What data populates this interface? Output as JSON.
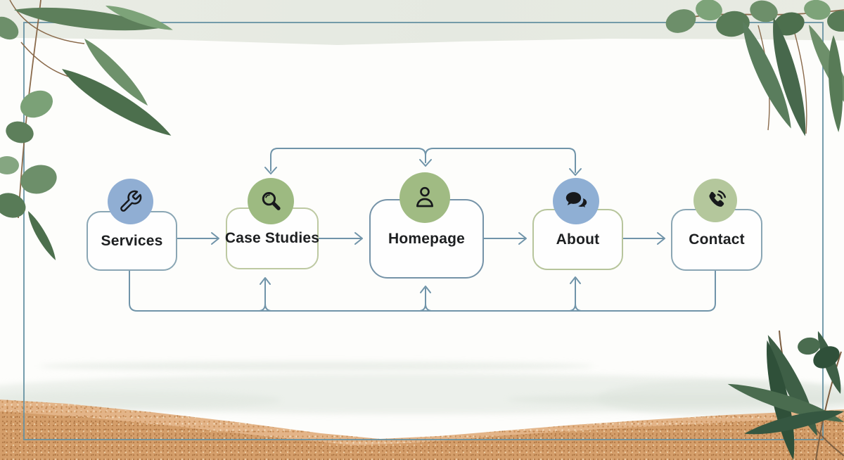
{
  "page": {
    "type": "website-navigation-flowchart",
    "background_theme": "watercolor wash with eucalyptus leaves and sand texture"
  },
  "nodes": [
    {
      "label": "Services",
      "icon": "wrench-icon",
      "circle_color": "#90aed3",
      "border_color": "#8aa6b4"
    },
    {
      "label": "Case Studies",
      "icon": "magnifier-icon",
      "circle_color": "#9dba81",
      "border_color": "#bdc9a2"
    },
    {
      "label": "Homepage",
      "icon": "person-icon",
      "circle_color": "#a0bb83",
      "border_color": "#7593a8"
    },
    {
      "label": "About",
      "icon": "chat-bubbles-icon",
      "circle_color": "#8fafd4",
      "border_color": "#b7c59c"
    },
    {
      "label": "Contact",
      "icon": "phone-icon",
      "circle_color": "#b4c79c",
      "border_color": "#8aa6b4"
    }
  ],
  "edges": [
    {
      "from": "Services",
      "to": "Case Studies",
      "style": "horizontal-arrow"
    },
    {
      "from": "Case Studies",
      "to": "Homepage",
      "style": "horizontal-arrow"
    },
    {
      "from": "Homepage",
      "to": "About",
      "style": "horizontal-arrow"
    },
    {
      "from": "About",
      "to": "Contact",
      "style": "horizontal-arrow"
    },
    {
      "from": "top-rail",
      "to": "Case Studies",
      "style": "down-arrow"
    },
    {
      "from": "top-rail",
      "to": "Homepage",
      "style": "down-arrow"
    },
    {
      "from": "top-rail",
      "to": "About",
      "style": "down-arrow"
    },
    {
      "from": "Services",
      "to": "bottom-rail",
      "style": "plain-line"
    },
    {
      "from": "Contact",
      "to": "bottom-rail",
      "style": "plain-line"
    },
    {
      "from": "bottom-rail",
      "to": "Case Studies",
      "style": "up-arrow"
    },
    {
      "from": "bottom-rail",
      "to": "Homepage",
      "style": "up-arrow"
    },
    {
      "from": "bottom-rail",
      "to": "About",
      "style": "up-arrow"
    }
  ],
  "colors": {
    "connector": "#7094a9",
    "frame_border": "#6792a3",
    "node_text": "#1d1f21",
    "top_band": "#e8ebe3",
    "wash_green": "#dde4dc",
    "sand_light": "#e3b488",
    "sand_dark": "#d49e6a",
    "leaf_green_dark": "#3e5f46",
    "leaf_green_mid": "#5d7f5b",
    "leaf_green_light": "#7da379"
  }
}
